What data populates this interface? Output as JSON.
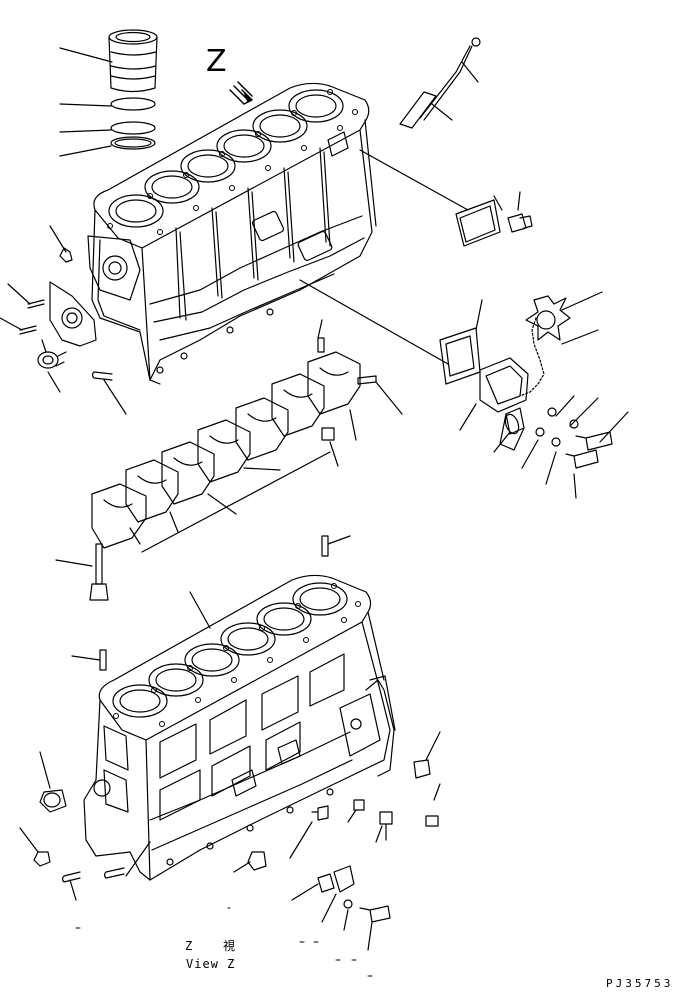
{
  "diagram": {
    "view_letter": "Z",
    "view_caption_letter": "Z",
    "view_caption_kanji": "視",
    "view_caption_english": "View Z",
    "drawing_number": "PJ35753"
  },
  "colors": {
    "ink": "#000000",
    "paper": "#ffffff"
  }
}
